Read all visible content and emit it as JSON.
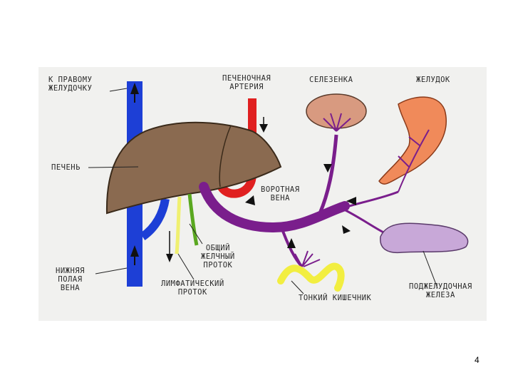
{
  "diagram": {
    "labels": {
      "to_right_ventricle": [
        "К ПРАВОМУ",
        "ЖЕЛУДОЧКУ"
      ],
      "hepatic_artery": [
        "ПЕЧЕНОЧНАЯ",
        "АРТЕРИЯ"
      ],
      "spleen": [
        "СЕЛЕЗЕНКА"
      ],
      "stomach": [
        "ЖЕЛУДОК"
      ],
      "liver": [
        "ПЕЧЕНЬ"
      ],
      "portal_vein": [
        "ВОРОТНАЯ",
        "ВЕНА"
      ],
      "common_bile_duct": [
        "ОБЩИЙ",
        "ЖЕЛЧНЫЙ",
        "ПРОТОК"
      ],
      "inferior_vena_cava": [
        "НИЖНЯЯ",
        "ПОЛАЯ",
        "ВЕНА"
      ],
      "lymphatic_duct": [
        "ЛИМФАТИЧЕСКИЙ",
        "ПРОТОК"
      ],
      "small_intestine": [
        "ТОНКИЙ КИШЕЧНИК"
      ],
      "pancreas": [
        "ПОДЖЕЛУДОЧНАЯ",
        "ЖЕЛЕЗА"
      ]
    },
    "colors": {
      "vena_cava": "#1d3fd6",
      "liver": "#8a6a50",
      "hepatic_artery": "#e02020",
      "portal_vein": "#7a1e8c",
      "spleen": "#d89a80",
      "stomach": "#f08a5a",
      "pancreas": "#c8a8d8",
      "intestine": "#f2ee40",
      "bile_duct": "#5aa820",
      "lymph": "#f0f070"
    }
  },
  "page_number": "4"
}
